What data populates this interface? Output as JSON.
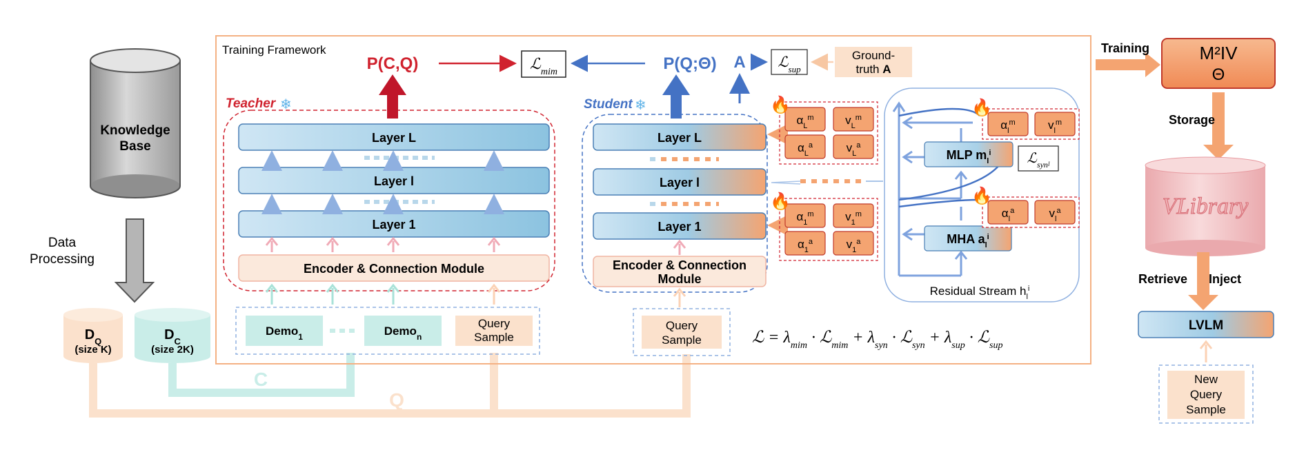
{
  "left": {
    "kb_line1": "Knowledge",
    "kb_line2": "Base",
    "dp_line1": "Data",
    "dp_line2": "Processing",
    "dq_label": "D",
    "dq_sub": "Q",
    "dq_size": "(size K)",
    "dc_label": "D",
    "dc_sub": "C",
    "dc_size": "(size 2K)",
    "c_label": "C",
    "q_label": "Q"
  },
  "framework": {
    "title": "Training Framework",
    "pcq": "P(C,Q)",
    "l_mim": "ℒ",
    "l_mim_sub": "mim",
    "pq": "P(Q;Θ)",
    "a": "A",
    "l_sup": "ℒ",
    "l_sup_sub": "sup",
    "ground_truth_1": "Ground-",
    "ground_truth_2": "truth ",
    "ground_truth_bold": "A"
  },
  "teacher": {
    "label": "Teacher",
    "layer_L": "Layer L",
    "layer_l": "Layer l",
    "layer_1": "Layer 1",
    "encoder": "Encoder & Connection Module",
    "demo1": "Demo",
    "demo1_sub": "1",
    "demon": "Demo",
    "demon_sub": "n",
    "query_1": "Query",
    "query_2": "Sample"
  },
  "student": {
    "label": "Student",
    "layer_L": "Layer L",
    "layer_l": "Layer l",
    "layer_1": "Layer 1",
    "encoder_1": "Encoder & Connection",
    "encoder_2": "Module",
    "query_1": "Query",
    "query_2": "Sample"
  },
  "params": {
    "aLm": "α",
    "aLm_sub": "L",
    "aLm_sup": "m",
    "vLm": "v",
    "vLm_sub": "L",
    "vLm_sup": "m",
    "aLa": "α",
    "aLa_sub": "L",
    "aLa_sup": "a",
    "vLa": "v",
    "vLa_sub": "L",
    "vLa_sup": "a",
    "a1m": "α",
    "a1m_sub": "1",
    "a1m_sup": "m",
    "v1m": "v",
    "v1m_sub": "1",
    "v1m_sup": "m",
    "a1a": "α",
    "a1a_sub": "1",
    "a1a_sup": "a",
    "v1a": "v",
    "v1a_sub": "1",
    "v1a_sup": "a",
    "alm": "α",
    "alm_sub": "l",
    "alm_sup": "m",
    "vlm": "v",
    "vlm_sub": "l",
    "vlm_sup": "m",
    "ala": "α",
    "ala_sub": "l",
    "ala_sup": "a",
    "vla": "v",
    "vla_sub": "l",
    "vla_sup": "a"
  },
  "residual": {
    "mlp": "MLP m",
    "mlp_sub": "l",
    "mlp_sup": "i",
    "mha": "MHA a",
    "mha_sub": "l",
    "mha_sup": "i",
    "lsyn": "ℒ",
    "lsyn_sub": "syn",
    "lsyn_subsub": "l",
    "stream": "Residual Stream h",
    "stream_sub": "l",
    "stream_sup": "i"
  },
  "loss": {
    "formula_html": "ℒ = λ<tspan baseline-shift='sub' font-size='14'>mim</tspan> · ℒ<tspan baseline-shift='sub' font-size='14'>mim</tspan> + λ<tspan baseline-shift='sub' font-size='14'>syn</tspan> · ℒ<tspan baseline-shift='sub' font-size='14'>syn</tspan> + λ<tspan baseline-shift='sub' font-size='14'>sup</tspan> · ℒ<tspan baseline-shift='sub' font-size='14'>sup</tspan>"
  },
  "right": {
    "training": "Training",
    "m2iv_1": "M²IV",
    "m2iv_2": "Θ",
    "storage": "Storage",
    "vlibrary": "VLibrary",
    "retrieve": "Retrieve",
    "inject": "Inject",
    "lvlm": "LVLM",
    "newq_1": "New",
    "newq_2": "Query",
    "newq_3": "Sample"
  },
  "colors": {
    "teacher_red": "#d0222e",
    "student_blue": "#4472c4",
    "orange_box": "#f4a471",
    "orange_border": "#c0392b",
    "light_blue": "#aed5ea",
    "peach": "#fbe3d3",
    "teal": "#c9ede8"
  }
}
